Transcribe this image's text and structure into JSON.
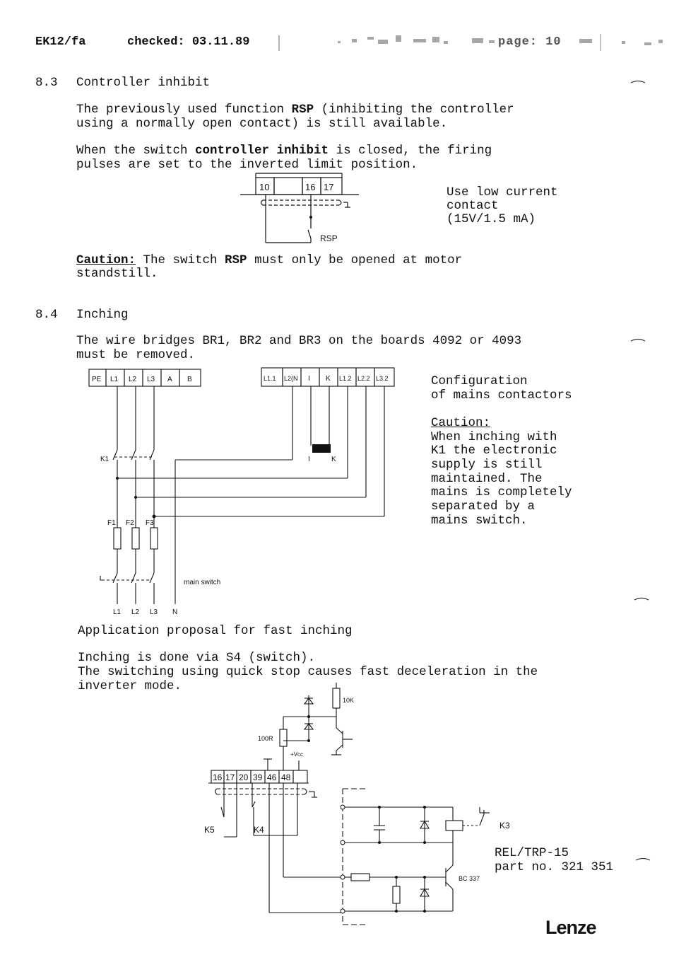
{
  "header": {
    "doc_id": "EK12/fa",
    "checked": "checked: 03.11.89",
    "page": "page: 10"
  },
  "section_8_3": {
    "number": "8.3",
    "title": "Controller inhibit",
    "para1_line1_a": "The previously used function ",
    "para1_line1_b": "RSP",
    "para1_line1_c": " (inhibiting the controller",
    "para1_line2": "using a normally open contact) is still available.",
    "para2_line1_a": "When the switch ",
    "para2_line1_b": "controller inhibit",
    "para2_line1_c": " is closed, the firing",
    "para2_line2": "pulses are set to the inverted limit position.",
    "diagram": {
      "terminals": [
        "10",
        "16",
        "17"
      ],
      "switch_label": "RSP"
    },
    "note": [
      "Use low current",
      "contact",
      "(15V/1.5 mA)"
    ],
    "caution_label": "Caution:",
    "caution_a": " The switch ",
    "caution_b": "RSP",
    "caution_c": " must only be opened at motor",
    "caution_line2": "standstill."
  },
  "section_8_4": {
    "number": "8.4",
    "title": "Inching",
    "para_line1": "The wire bridges BR1, BR2 and BR3 on the boards 4092 or 4093",
    "para_line2": "must be removed.",
    "diagram": {
      "left_terminals": [
        "PE",
        "L1",
        "L2",
        "L3",
        "A",
        "B"
      ],
      "right_terminals": [
        "L1.1",
        "L2(N",
        "I",
        "K",
        "L1.2",
        "L2.2",
        "L3.2"
      ],
      "contactor": "K1",
      "fuses": [
        "F1",
        "F2",
        "F3"
      ],
      "coil_labels": [
        "I",
        "K"
      ],
      "main_switch_label": "main switch",
      "bottom_labels": [
        "L1",
        "L2",
        "L3",
        "N"
      ]
    },
    "config_title": [
      "Configuration",
      "of mains contactors"
    ],
    "caution_label": "Caution:",
    "caution_lines": [
      "When inching with",
      "K1 the electronic",
      "supply is still",
      "maintained. The",
      "mains is completely",
      "separated by a",
      "mains switch."
    ]
  },
  "application": {
    "title": "Application proposal for fast inching",
    "line1": "Inching is done via S4 (switch).",
    "line2": "The switching using quick stop causes fast deceleration in the",
    "line3": "inverter mode.",
    "diagram": {
      "terminals": [
        "16",
        "17",
        "20",
        "39",
        "46",
        "48"
      ],
      "resistor_top": "10K",
      "resistor_left": "100R",
      "vcc": "+Vcc",
      "k5": "K5",
      "k4": "K4",
      "k3": "K3",
      "transistor": "BC 337"
    },
    "rel_line1": "REL/TRP-15",
    "rel_line2": "part no. 321 351"
  },
  "footer": {
    "logo": "Lenze"
  }
}
